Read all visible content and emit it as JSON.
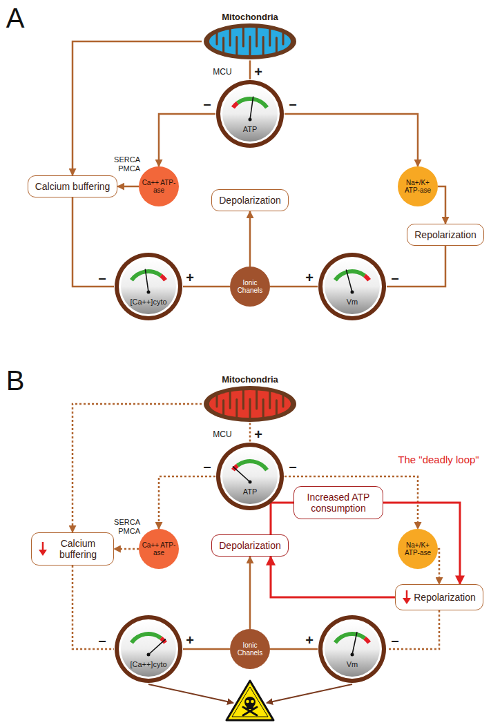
{
  "diagram": {
    "nodes": [
      {
        "text": [
          "Mitochondria"
        ]
      },
      {
        "text": [
          "ATP"
        ]
      },
      {
        "text": [
          "Calcium buffering"
        ]
      },
      {
        "text": [
          "Ca++ ATP-ase"
        ]
      },
      {
        "text": [
          "Na+/K+ ATP-ase"
        ]
      },
      {
        "text": [
          "Depolarization"
        ]
      },
      {
        "text": [
          "Repolarization"
        ]
      },
      {
        "text": [
          "[Ca++]cyto"
        ]
      },
      {
        "text": [
          "Ionic Chanels"
        ]
      },
      {
        "text": [
          "Vm"
        ]
      },
      {
        "text": [
          "Mitochondria"
        ]
      },
      {
        "text": [
          "ATP"
        ]
      },
      {
        "text": [
          "Calcium buffering"
        ]
      },
      {
        "text": [
          "Ca++ ATP-ase"
        ]
      },
      {
        "text": [
          "Increased ATP consumption"
        ]
      },
      {
        "text": [
          "Na+/K+ ATP-ase"
        ]
      },
      {
        "text": [
          "Depolarization"
        ]
      },
      {
        "text": [
          "Repolarization"
        ]
      },
      {
        "text": [
          "[Ca++]cyto"
        ]
      },
      {
        "text": [
          "Ionic Chanels"
        ]
      },
      {
        "text": [
          "Vm"
        ]
      }
    ],
    "edges": [
      {
        "from": 0,
        "to": 1,
        "arrow": "none"
      },
      {
        "from": 0,
        "to": 2,
        "arrow": "to"
      },
      {
        "from": 1,
        "to": 3,
        "arrow": "to"
      },
      {
        "from": 1,
        "to": 4,
        "arrow": "to"
      },
      {
        "from": 3,
        "to": 2,
        "arrow": "to"
      },
      {
        "from": 4,
        "to": 6,
        "arrow": "to"
      },
      {
        "from": 2,
        "to": 7,
        "arrow": "none"
      },
      {
        "from": 6,
        "to": 9,
        "arrow": "none"
      },
      {
        "from": 7,
        "to": 8,
        "arrow": "none"
      },
      {
        "from": 8,
        "to": 9,
        "arrow": "none"
      },
      {
        "from": 8,
        "to": 5,
        "arrow": "to"
      },
      {
        "from": 10,
        "to": 11,
        "arrow": "none"
      },
      {
        "from": 10,
        "to": 12,
        "arrow": "to"
      },
      {
        "from": 11,
        "to": 13,
        "arrow": "to"
      },
      {
        "from": 11,
        "to": 15,
        "arrow": "to"
      },
      {
        "from": 13,
        "to": 12,
        "arrow": "to"
      },
      {
        "from": 15,
        "to": 17,
        "arrow": "to"
      },
      {
        "from": 12,
        "to": 18,
        "arrow": "none"
      },
      {
        "from": 17,
        "to": 20,
        "arrow": "none"
      },
      {
        "from": 18,
        "to": 19,
        "arrow": "none"
      },
      {
        "from": 19,
        "to": 20,
        "arrow": "none"
      },
      {
        "from": 19,
        "to": 16,
        "arrow": "to"
      },
      {
        "from": 16,
        "to": 14,
        "arrow": "none"
      },
      {
        "from": 14,
        "to": 17,
        "arrow": "to"
      },
      {
        "from": 17,
        "to": 16,
        "arrow": "to"
      }
    ],
    "labels": [
      "A",
      "MCU",
      "+",
      "–",
      "–",
      "SERCA PMCA",
      "–",
      "+",
      "+",
      "–",
      "B",
      "MCU",
      "+",
      "–",
      "–",
      "SERCA PMCA",
      "The \"deadly loop\"",
      "–",
      "+",
      "+",
      "–"
    ]
  }
}
